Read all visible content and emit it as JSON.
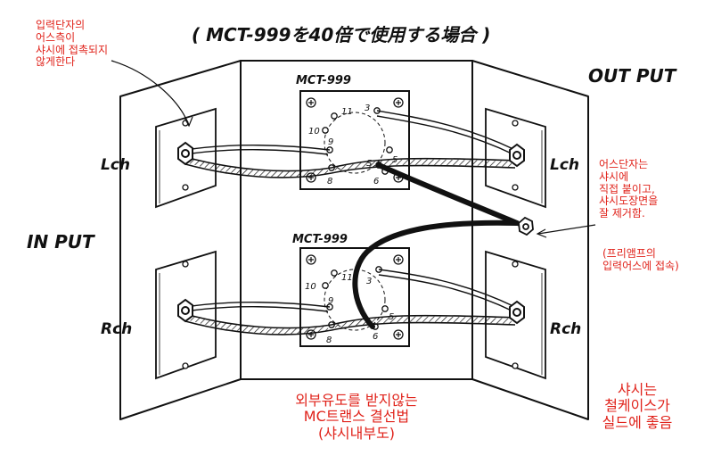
{
  "figure": {
    "title": "( MCT-999を40倍で使用する場合 )",
    "input_label": "IN PUT",
    "output_label": "OUT PUT",
    "transformer_top_label": "MCT-999",
    "transformer_bottom_label": "MCT-999",
    "left_channel_label": "Lch",
    "right_channel_label": "Rch",
    "pins_top": [
      "11",
      "3",
      "10",
      "9",
      "5",
      "S",
      "8",
      "6"
    ],
    "pins_bottom": [
      "11",
      "3",
      "10",
      "9",
      "5",
      "8",
      "6"
    ],
    "colors": {
      "ink": "#111111",
      "annotation": "#e0231b"
    }
  },
  "annotations": {
    "input_jack_note": "입력단자의\n어스측이\n샤시에 접촉되지\n않게한다",
    "ground_terminal_note": "어스단자는\n샤시에\n직접 붙이고,\n샤시도장면을\n잘 제거함.",
    "preamp_note": "(프리앰프의\n입력어스에 접속)",
    "method_note": "외부유도를 받지않는\nMC트랜스 결선법\n(샤시내부도)",
    "chassis_note": "샤시는\n철케이스가\n실드에 좋음"
  }
}
